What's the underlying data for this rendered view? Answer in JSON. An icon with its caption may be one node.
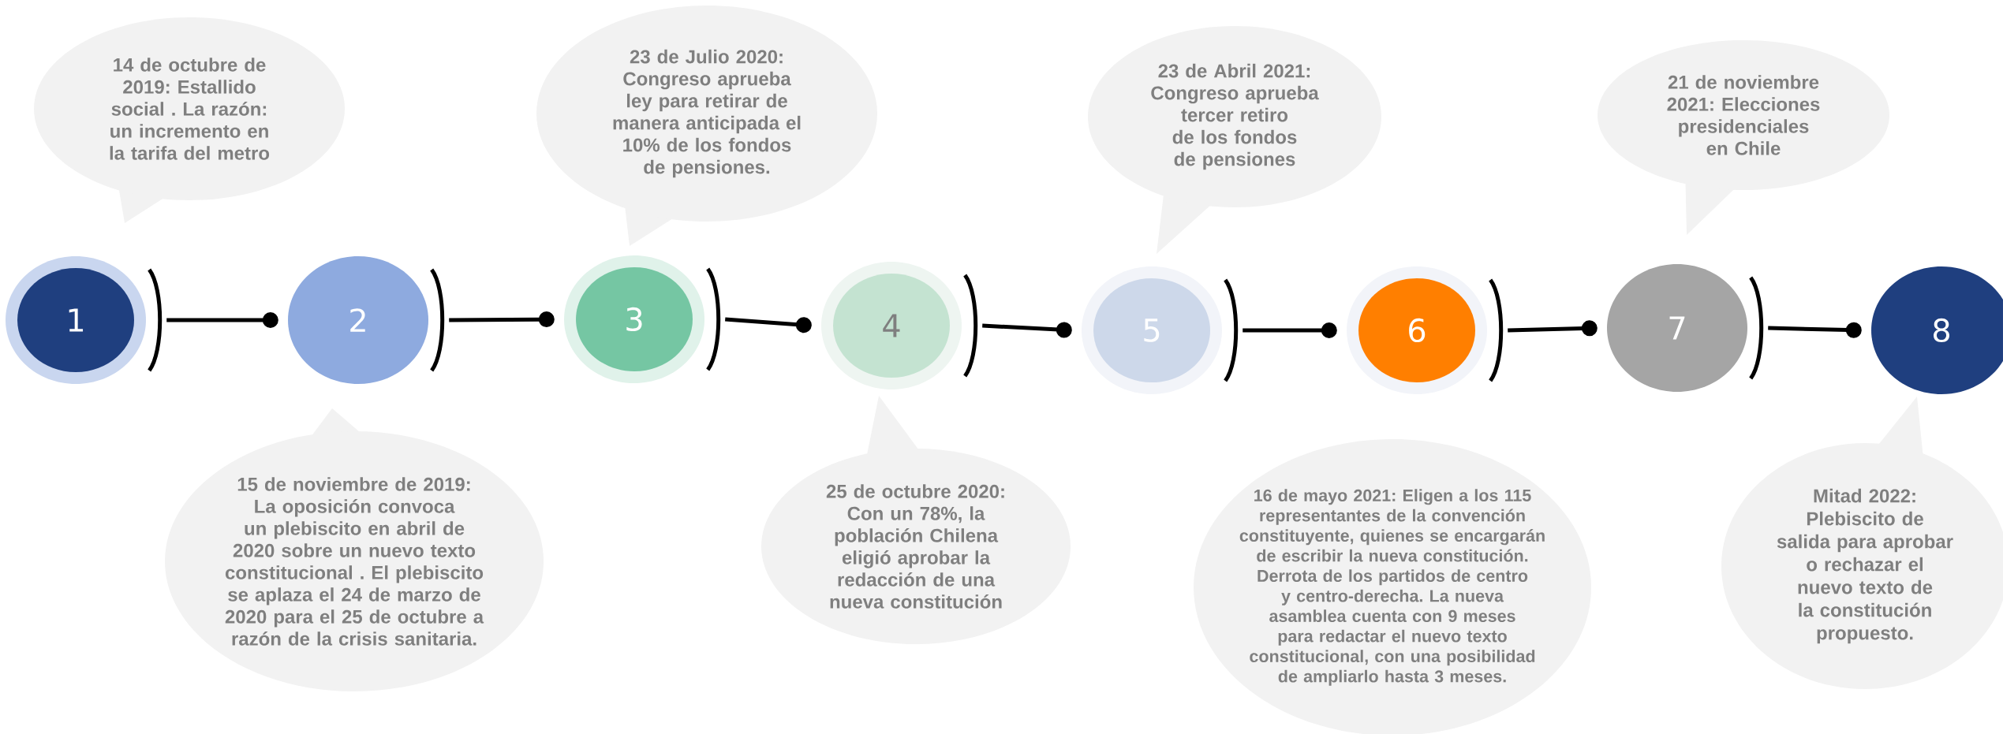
{
  "diagram": {
    "nodes": [
      {
        "text": [
          "1"
        ]
      },
      {
        "text": [
          "2"
        ]
      },
      {
        "text": [
          "3"
        ]
      },
      {
        "text": [
          "4"
        ]
      },
      {
        "text": [
          "5"
        ]
      },
      {
        "text": [
          "6"
        ]
      },
      {
        "text": [
          "7"
        ]
      },
      {
        "text": [
          "8"
        ]
      },
      {
        "text": [
          "14 de octubre de 2019: Estallido social . La razón: un incremento en la tarifa del metro"
        ]
      },
      {
        "text": [
          "15 de noviembre de 2019: La oposición convoca un plebiscito en abril de 2020 sobre un nuevo texto constitucional . El plebiscito se aplaza el 24 de marzo de 2020 para el 25 de octubre a razón de la crisis sanitaria."
        ]
      },
      {
        "text": [
          "23 de Julio 2020: Congreso aprueba ley para retirar de manera anticipada el 10% de los fondos de pensiones."
        ]
      },
      {
        "text": [
          "25 de octubre 2020: Con un 78%, la población Chilena eligió aprobar la redacción de una nueva constitución"
        ]
      },
      {
        "text": [
          "23 de Abril 2021: Congreso aprueba tercer retiro de los fondos de pensiones"
        ]
      },
      {
        "text": [
          "16 de mayo 2021: Eligen a los 115 representantes de la convención constituyente, quienes se encargarán de escribir la nueva constitución. Derrota de los partidos de centro y centro-derecha. La nueva asamblea cuenta con 9 meses para redactar el nuevo texto constitucional, con una posibilidad de ampliarlo hasta 3 meses."
        ]
      },
      {
        "text": [
          "21 de noviembre 2021: Elecciones presidenciales en Chile"
        ]
      },
      {
        "text": [
          "Mitad 2022: Plebiscito de salida para aprobar o rechazar el nuevo texto de la constitución propuesto."
        ]
      }
    ],
    "edges": [
      {
        "from": 0,
        "to": 1,
        "arrow": "other"
      },
      {
        "from": 1,
        "to": 2,
        "arrow": "other"
      },
      {
        "from": 2,
        "to": 3,
        "arrow": "other"
      },
      {
        "from": 3,
        "to": 4,
        "arrow": "other"
      },
      {
        "from": 4,
        "to": 5,
        "arrow": "other"
      },
      {
        "from": 5,
        "to": 6,
        "arrow": "other"
      },
      {
        "from": 6,
        "to": 7,
        "arrow": "other"
      }
    ]
  }
}
